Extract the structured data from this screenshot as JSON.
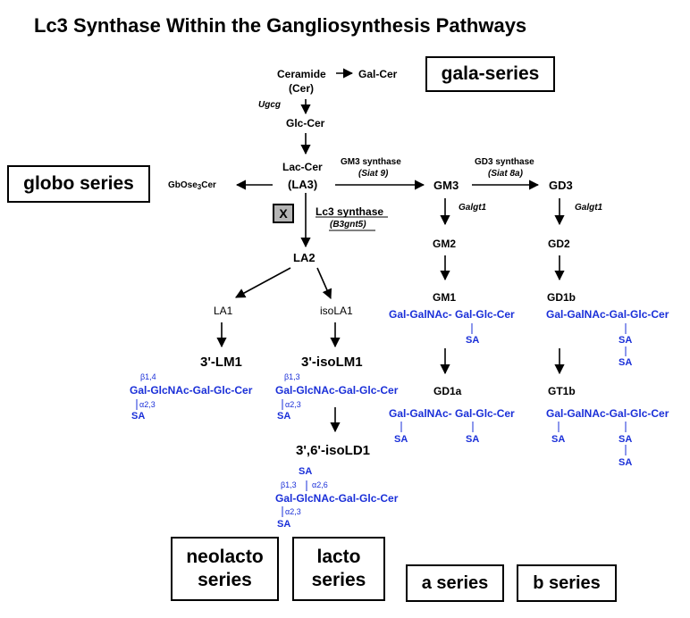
{
  "title": "Lc3 Synthase Within the Gangliosynthesis Pathways",
  "boxes": {
    "gala": "gala-series",
    "globo": "globo series",
    "neolacto_1": "neolacto",
    "neolacto_2": "series",
    "lacto_1": "lacto",
    "lacto_2": "series",
    "a_series": "a series",
    "b_series": "b series"
  },
  "core": {
    "ceramide": "Ceramide",
    "cer": "(Cer)",
    "galcer": "Gal-Cer",
    "ugcg": "Ugcg",
    "glccer": "Glc-Cer",
    "laccer": "Lac-Cer",
    "la3": "(LA3)",
    "gbose_pre": "GbOse",
    "gbose_sub": "3",
    "gbose_post": "Cer",
    "x_mark": "X",
    "lc3_synthase": "Lc3 synthase",
    "b3gnt5": "(B3gnt5)",
    "la2": "LA2",
    "la1": "LA1",
    "isola1": "isoLA1"
  },
  "enzymes": {
    "gm3_synthase": "GM3 synthase",
    "siat9": "(Siat 9)",
    "gd3_synthase": "GD3 synthase",
    "siat8a": "(Siat 8a)",
    "galgt1_a": "Galgt1",
    "galgt1_b": "Galgt1"
  },
  "a_series": {
    "gm3": "GM3",
    "gm2": "GM2",
    "gm1": "GM1",
    "gm1_struct": "Gal-GalNAc- Gal-Glc-Cer",
    "gm1_sa": "SA",
    "gd1a": "GD1a",
    "gd1a_struct": "Gal-GalNAc- Gal-Glc-Cer",
    "gd1a_sa1": "SA",
    "gd1a_sa2": "SA"
  },
  "b_series": {
    "gd3": "GD3",
    "gd2": "GD2",
    "gd1b": "GD1b",
    "gd1b_struct": "Gal-GalNAc-Gal-Glc-Cer",
    "gd1b_sa1": "SA",
    "gd1b_sa2": "SA",
    "gt1b": "GT1b",
    "gt1b_struct": "Gal-GalNAc-Gal-Glc-Cer",
    "gt1b_sa1": "SA",
    "gt1b_sa2": "SA",
    "gt1b_sa3": "SA"
  },
  "neolacto": {
    "name": "3'-LM1",
    "beta": "β1,4",
    "struct": "Gal-GlcNAc-Gal-Glc-Cer",
    "alpha": "α2,3",
    "sa": "SA"
  },
  "lacto": {
    "name": "3'-isoLM1",
    "beta": "β1,3",
    "struct": "Gal-GlcNAc-Gal-Glc-Cer",
    "alpha": "α2,3",
    "sa": "SA",
    "ld1_name": "3',6'-isoLD1",
    "ld1_sa_top": "SA",
    "ld1_beta": "β1,3",
    "ld1_alpha26": "α2,6",
    "ld1_struct": "Gal-GlcNAc-Gal-Glc-Cer",
    "ld1_alpha23": "α2,3",
    "ld1_sa": "SA"
  },
  "colors": {
    "structure_blue": "#1a2fd8",
    "x_box_fill": "#b5b5b5"
  }
}
